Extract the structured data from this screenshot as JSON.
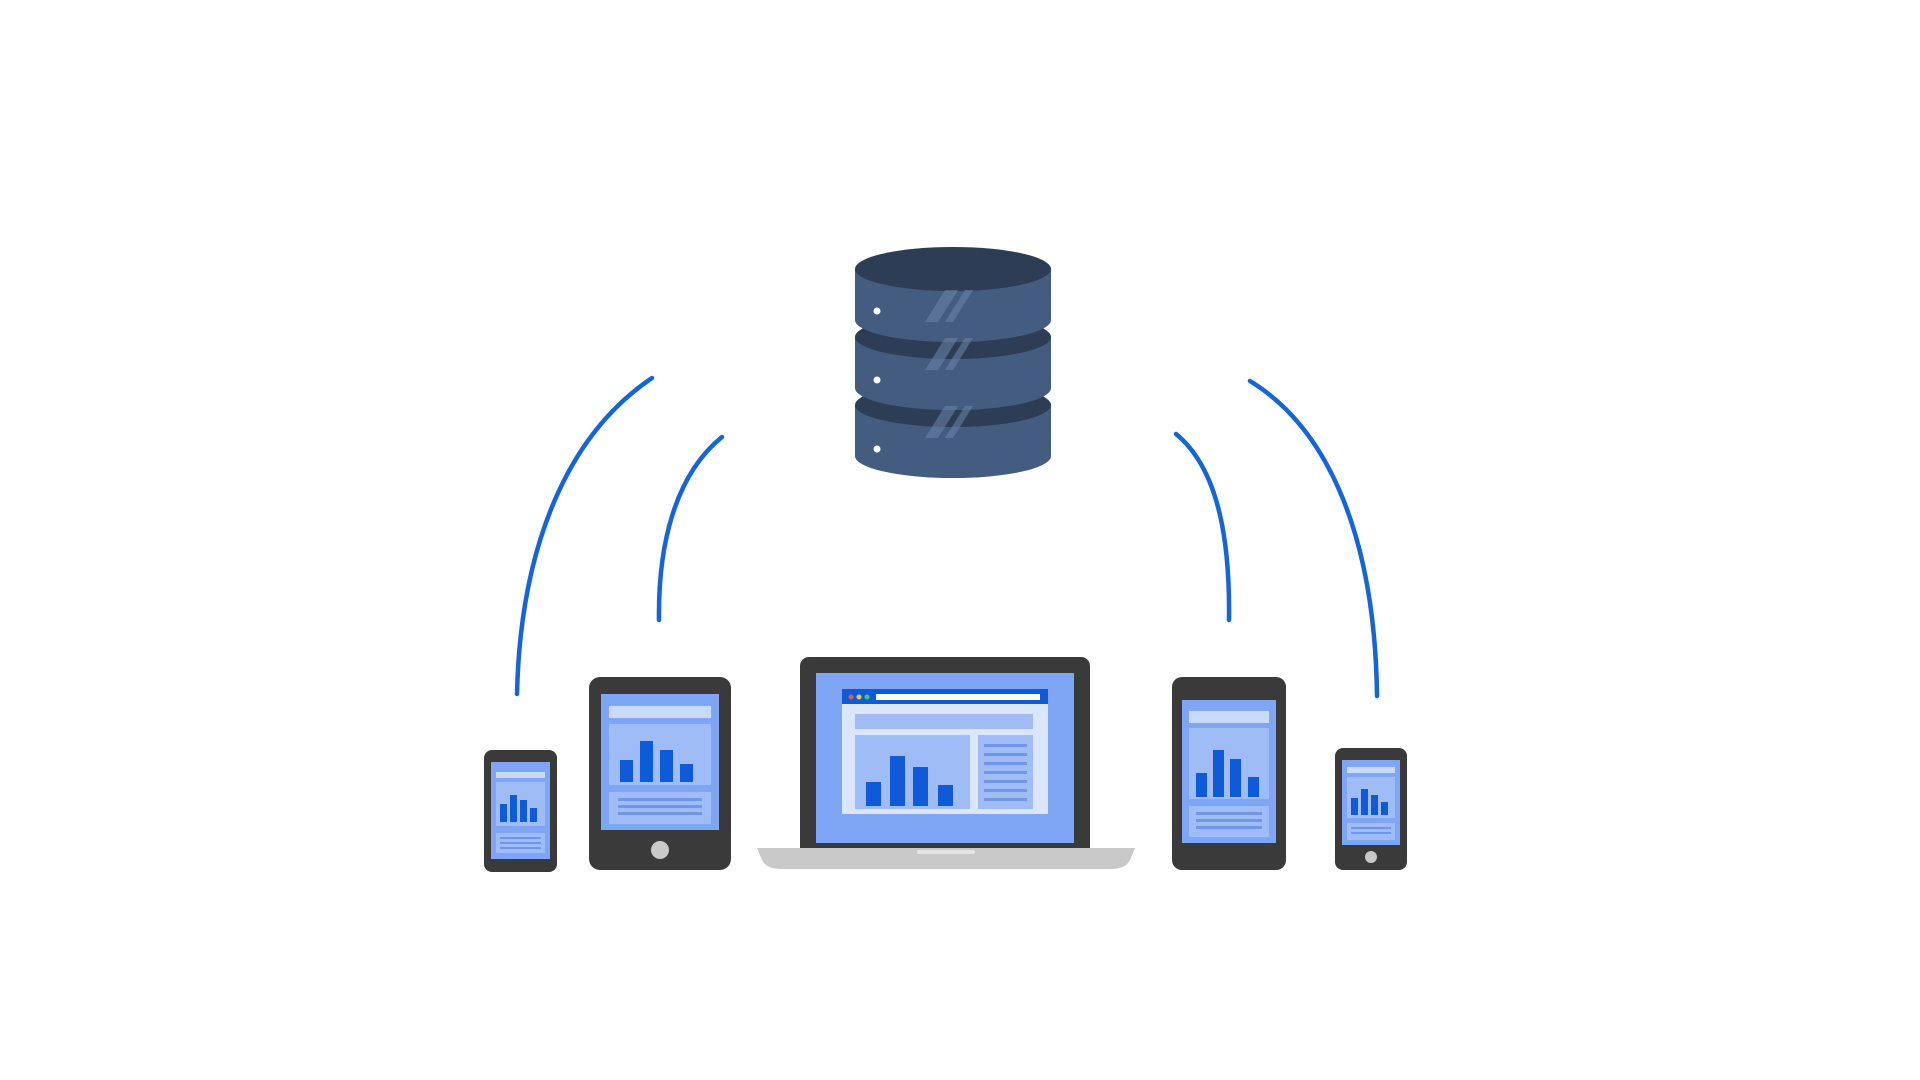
{
  "diagram": {
    "center_node": {
      "icon": "database-icon"
    },
    "devices": [
      {
        "id": "phone-left",
        "icon": "smartphone-icon"
      },
      {
        "id": "tablet-left",
        "icon": "tablet-icon"
      },
      {
        "id": "laptop",
        "icon": "laptop-icon"
      },
      {
        "id": "tablet-right",
        "icon": "tablet-icon"
      },
      {
        "id": "phone-right",
        "icon": "smartphone-icon"
      }
    ],
    "connections": [
      {
        "from": "database",
        "to": "phone-left"
      },
      {
        "from": "database",
        "to": "tablet-left"
      },
      {
        "from": "database",
        "to": "tablet-right"
      },
      {
        "from": "database",
        "to": "phone-right"
      }
    ]
  },
  "colors": {
    "background": "#ffffff",
    "connector": "#1565d8",
    "device_frame": "#3a3a3a",
    "screen_bg": "#7fa6f5",
    "screen_panel": "#9fbcf7",
    "chart_bar": "#0f5ad8",
    "database_top": "#2e3d56",
    "database_body": "#435c80",
    "laptop_base": "#c9c9c9"
  }
}
